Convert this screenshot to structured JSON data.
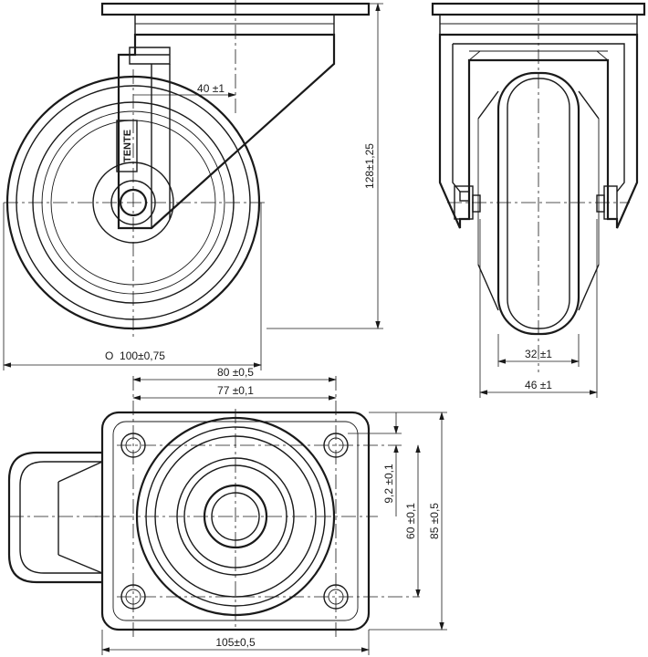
{
  "dimensions": {
    "offset": "40 ±1",
    "height": "128±1,25",
    "wheel_diameter": "O  100±0,75",
    "tread_width": "32 ±1",
    "overall_width": "46 ±1",
    "bolt_spacing_outer": "80 ±0,5",
    "bolt_spacing_inner": "77 ±0,1",
    "hole_diameter": "9,2 ±0,1",
    "bolt_spacing_vertical": "60 ±0,1",
    "plate_height": "85 ±0,5",
    "plate_width": "105±0,5"
  },
  "brand_mark": "TENTE"
}
